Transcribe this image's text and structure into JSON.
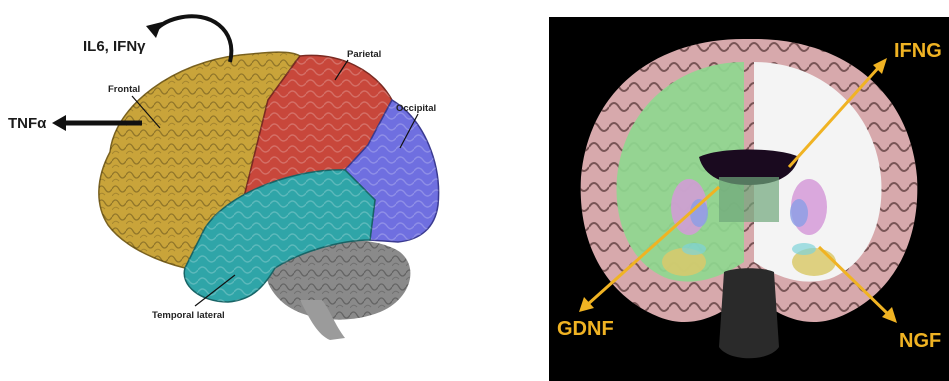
{
  "left_panel": {
    "labels": {
      "frontal": "Frontal",
      "parietal": "Parietal",
      "occipital": "Occipital",
      "temporal": "Temporal lateral"
    },
    "cytokines": {
      "top": "IL6, IFNγ",
      "left": "TNFα"
    },
    "colors": {
      "frontal": "#c9a43a",
      "parietal": "#c8473b",
      "occipital": "#6f6fe0",
      "temporal": "#2fa5a8",
      "cerebellum": "#8a8a8a"
    }
  },
  "right_panel": {
    "labels": {
      "ifng": "IFNG",
      "gdnf": "GDNF",
      "ngf": "NGF"
    },
    "colors": {
      "arrow": "#f0b323",
      "background": "#000000",
      "white_matter_tint": "#8fd88f"
    }
  }
}
